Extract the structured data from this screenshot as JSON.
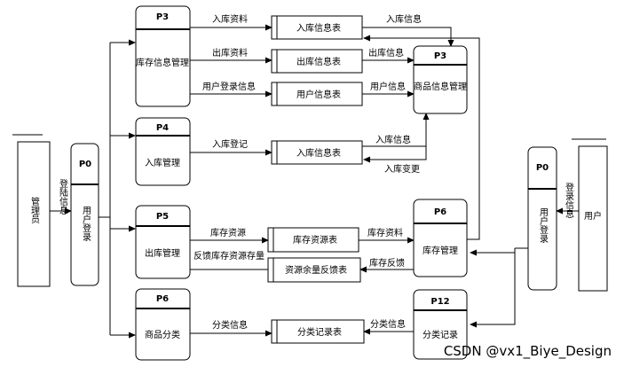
{
  "entities": {
    "admin": {
      "label": "管理员"
    },
    "user": {
      "label": "用户"
    }
  },
  "processes": {
    "p0_left": {
      "id": "P0",
      "name": "用户登录"
    },
    "p3_inventory": {
      "id": "P3",
      "name": "库存信息管理"
    },
    "p4_inbound": {
      "id": "P4",
      "name": "入库管理"
    },
    "p5_outbound": {
      "id": "P5",
      "name": "出库管理"
    },
    "p6_category": {
      "id": "P6",
      "name": "商品分类"
    },
    "p3_product": {
      "id": "P3",
      "name": "商品信息管理"
    },
    "p6_stock": {
      "id": "P6",
      "name": "库存管理"
    },
    "p12_category_record": {
      "id": "P12",
      "name": "分类记录"
    },
    "p0_right": {
      "id": "P0",
      "name": "用户登录"
    }
  },
  "stores": {
    "inbound1": "入库信息表",
    "outbound": "出库信息表",
    "userinfo": "用户信息表",
    "inbound2": "入库信息表",
    "stockres": "库存资源表",
    "feedback": "资源余量反馈表",
    "category": "分类记录表"
  },
  "flows": {
    "admin_login": "登陆信息",
    "user_login": "登录信息",
    "in_data": "入库资料",
    "in_info_1": "入库信息",
    "out_data": "出库资料",
    "out_info": "出库信息",
    "user_login_info": "用户登录信息",
    "user_info": "用户信息",
    "in_register": "入库登记",
    "in_info_2": "入库信息",
    "in_change": "入库变更",
    "stock_res": "库存资源",
    "stock_data": "库存资料",
    "feedback_qty": "反馈库存资源存量",
    "stock_feedback": "库存反馈",
    "cat_info_left": "分类信息",
    "cat_info_right": "分类信息"
  },
  "watermark": "CSDN @vx1_Biye_Design"
}
